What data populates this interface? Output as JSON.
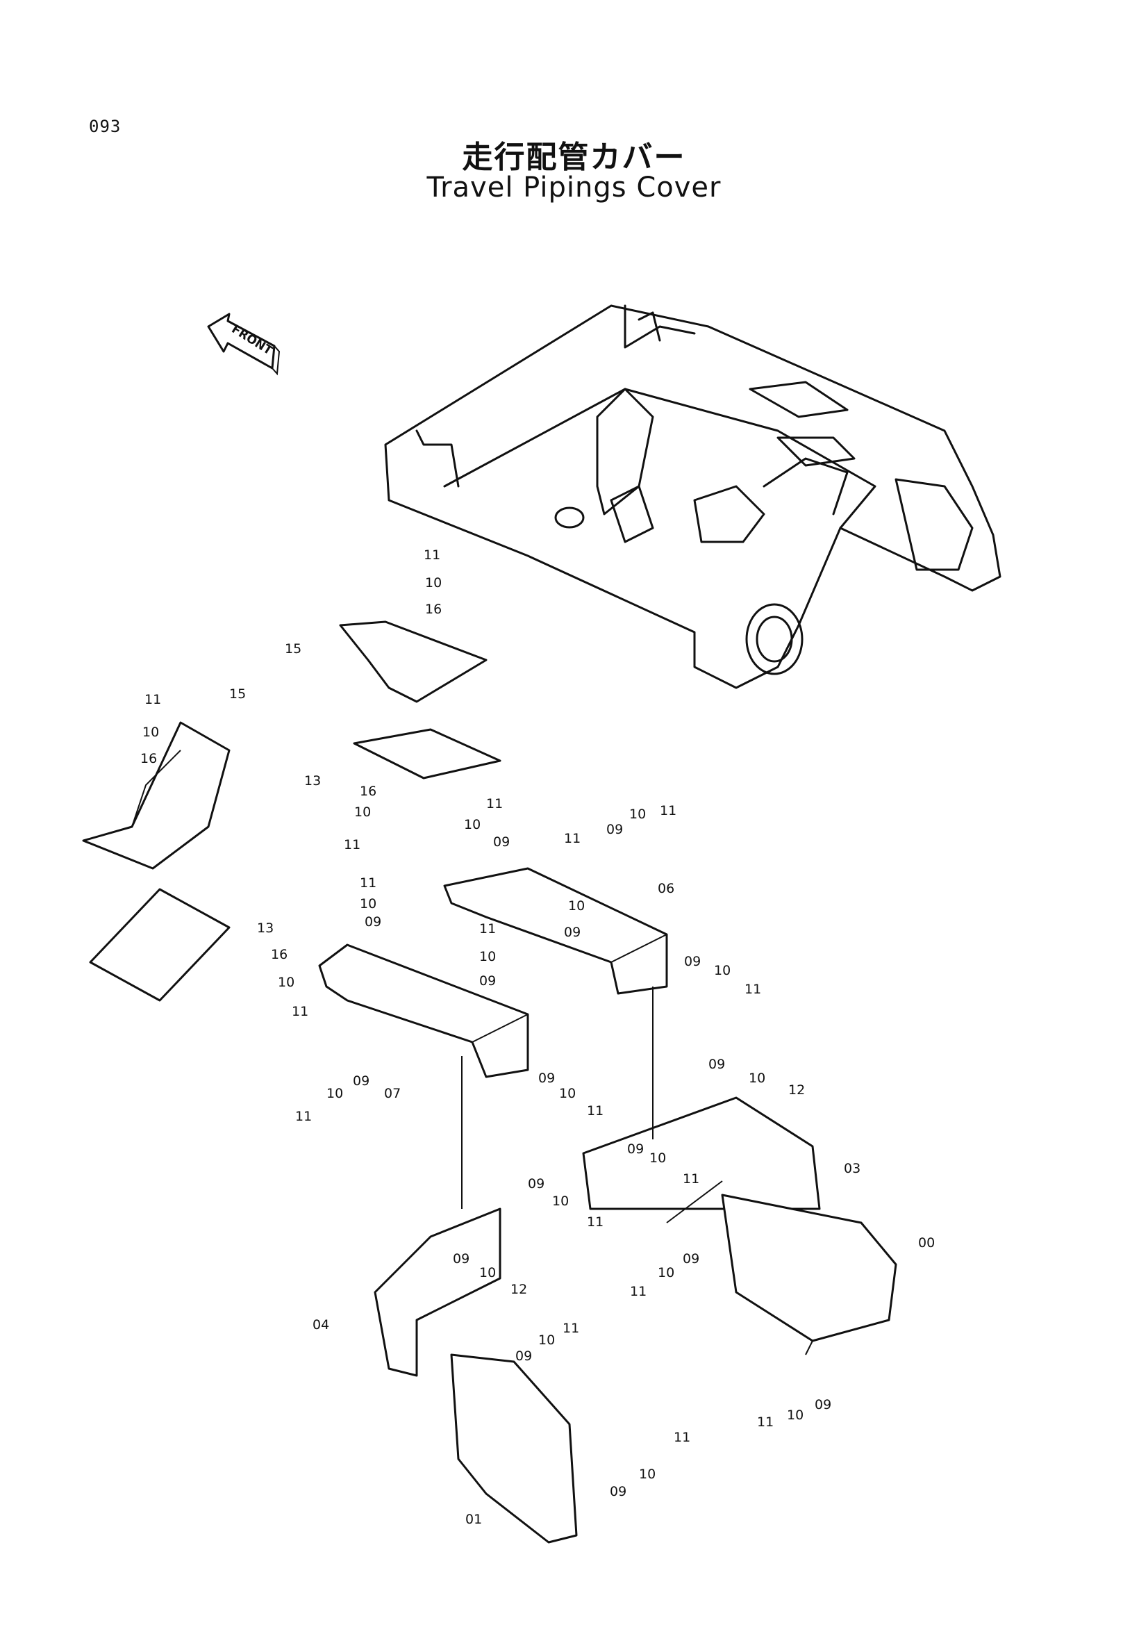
{
  "page_number": "093",
  "title_jp": "走行配管カバー",
  "title_en": "Travel Pipings Cover",
  "front_marker": "FRONT",
  "callouts": {
    "a11": "11",
    "a10": "10",
    "a16": "16",
    "a15": "15",
    "b11": "11",
    "b10": "10",
    "b16": "16",
    "b15": "15",
    "c13": "13",
    "c16": "16",
    "c10": "10",
    "c11": "11",
    "d13": "13",
    "d16": "16",
    "d10": "10",
    "d11": "11",
    "e11": "11",
    "e10": "10",
    "e09": "09",
    "f11": "11",
    "f10": "10",
    "f09": "09",
    "g11": "11",
    "g10": "10",
    "g09": "09",
    "h11": "11",
    "h10": "10",
    "h09": "09",
    "h06": "06",
    "i11": "11",
    "i10": "10",
    "i09": "09",
    "j09": "09",
    "j10": "10",
    "j11": "11",
    "k11": "11",
    "k10": "10",
    "k09": "09",
    "k07": "07",
    "l09": "09",
    "l10": "10",
    "l11": "11",
    "m09": "09",
    "m10": "10",
    "m12": "12",
    "m03": "03",
    "n09": "09",
    "n10": "10",
    "n11": "11",
    "o09": "09",
    "o10": "10",
    "o11": "11",
    "p11": "11",
    "p10": "10",
    "p09": "09",
    "p00": "00",
    "q09": "09",
    "q10": "10",
    "q12": "12",
    "q04": "04",
    "r11": "11",
    "r10": "10",
    "r09": "09",
    "s11": "11",
    "s10": "10",
    "s09": "09",
    "t11": "11",
    "t10": "10",
    "t09": "09",
    "t01": "01"
  }
}
